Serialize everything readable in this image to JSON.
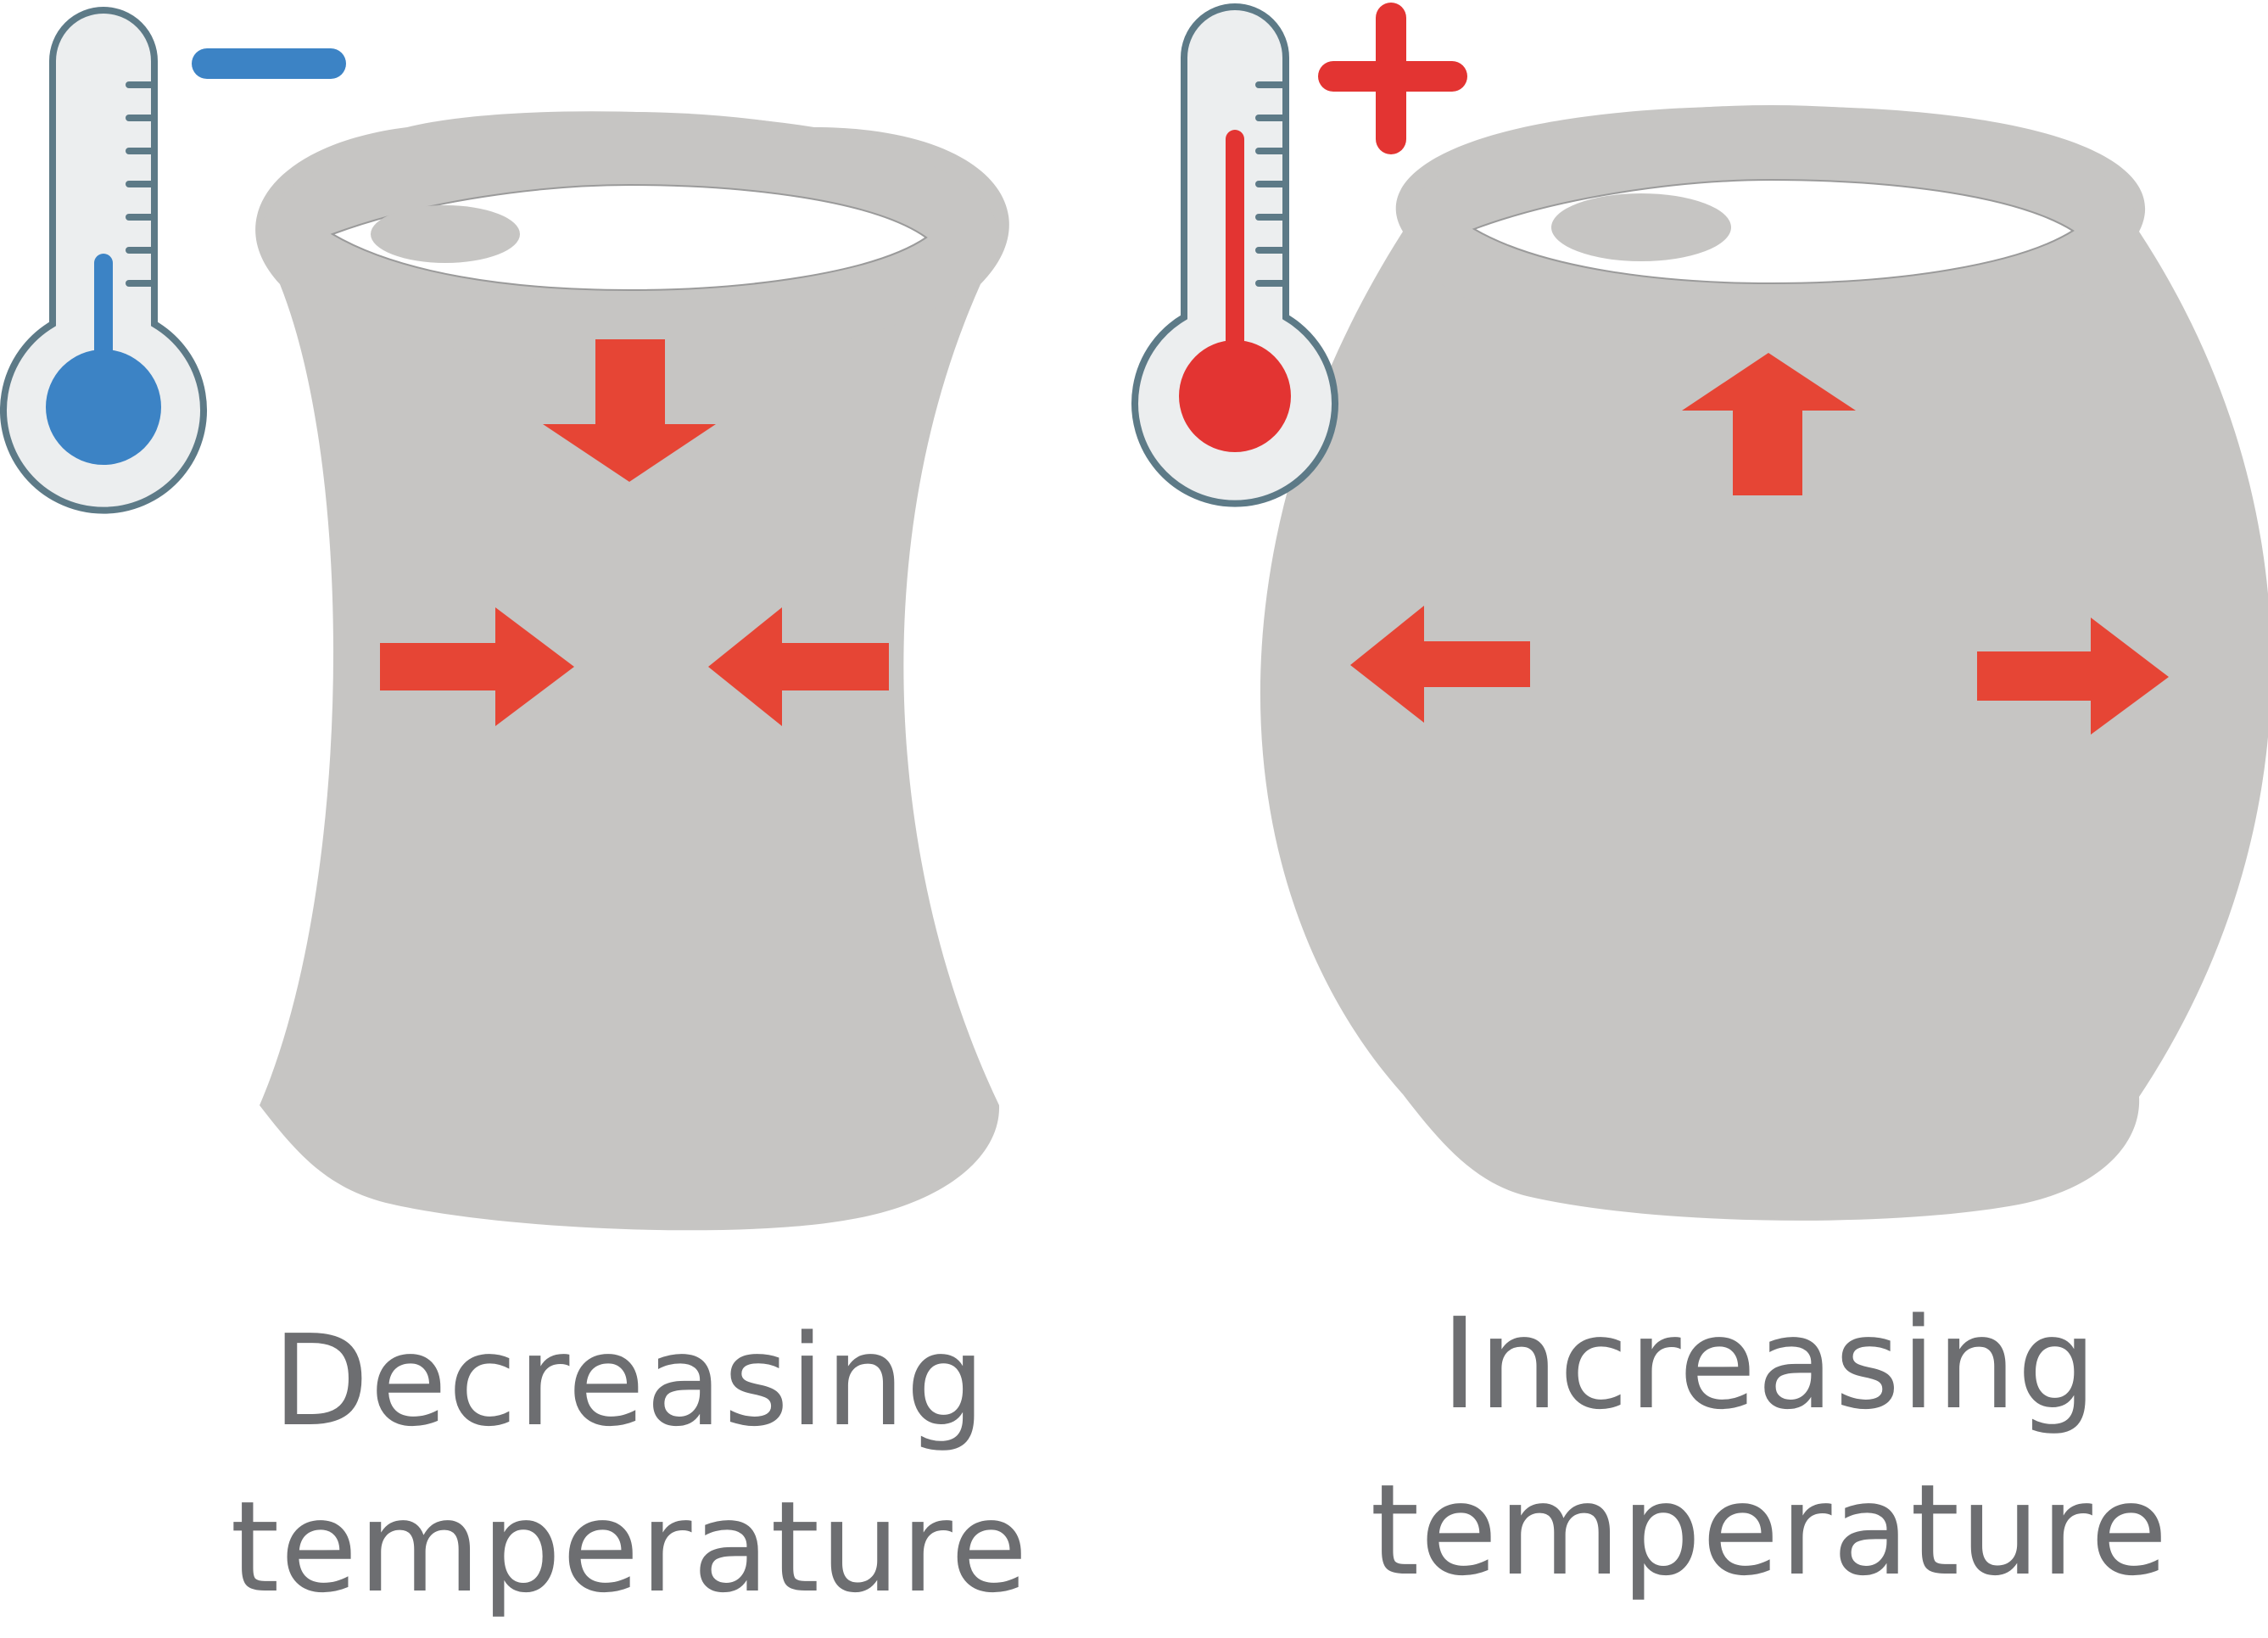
{
  "panels": [
    {
      "caption_line1": "Decreasing",
      "caption_line2": "temperature",
      "sign": "minus",
      "sign_color": "#3c83c5",
      "mercury_color": "#3c83c5",
      "arrow_directions": [
        "down",
        "inward",
        "inward"
      ]
    },
    {
      "caption_line1": "Increasing",
      "caption_line2": "temperature",
      "sign": "plus",
      "sign_color": "#e33432",
      "mercury_color": "#e33432",
      "arrow_directions": [
        "up",
        "outward",
        "outward"
      ]
    }
  ],
  "colors": {
    "cylinder": "#c6c5c3",
    "arrow": "#e64535",
    "thermometer_outline": "#5d7a87",
    "thermometer_fill": "#eceeef",
    "caption": "#6d6e71"
  },
  "icons": [
    "thermometer-icon",
    "minus-sign-icon",
    "plus-sign-icon",
    "arrow-icon"
  ]
}
